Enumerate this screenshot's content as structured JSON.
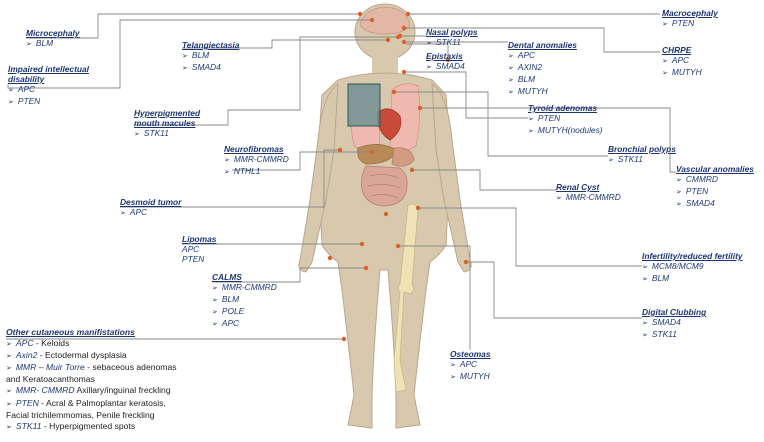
{
  "colors": {
    "title": "#1c3575",
    "gene": "#1f3b7a",
    "connector": "#8a8a8a",
    "skin": "#d8c8ae",
    "skin_edge": "#b9a78b",
    "dot": "#d9622b",
    "bone": "#efe3b6",
    "highlight_box": "#5f8f8f"
  },
  "icons": {
    "bullet": "arrow-bullet-icon"
  },
  "labels": [
    {
      "id": "microcephaly",
      "title": "Microcephaly",
      "genes": [
        "BLM"
      ]
    },
    {
      "id": "impaired",
      "title": "Impaired intellectual disability",
      "title_lines": [
        "Impaired intellectual",
        "disability"
      ],
      "genes": [
        "APC",
        "PTEN"
      ]
    },
    {
      "id": "telangiectasia",
      "title": "Telangiectasia",
      "genes": [
        "BLM",
        "SMAD4"
      ]
    },
    {
      "id": "hyperpigmented",
      "title": "Hyperpigmented mouth macules",
      "title_lines": [
        "Hyperpigmented",
        "mouth macules"
      ],
      "genes": [
        "STK11"
      ]
    },
    {
      "id": "neurofibromas",
      "title": "Neurofibromas",
      "genes": [
        "MMR-CMMRD",
        "NTHL1"
      ]
    },
    {
      "id": "desmoid",
      "title": "Desmoid tumor",
      "genes": [
        "APC"
      ]
    },
    {
      "id": "lipomas",
      "title": "Lipomas",
      "plain": [
        "APC",
        "PTEN"
      ]
    },
    {
      "id": "calms",
      "title": "CALMS",
      "genes": [
        "MMR-CMMRD",
        "BLM",
        "POLE",
        "APC"
      ]
    },
    {
      "id": "nasal",
      "title": "Nasal polyps",
      "genes": [
        "STK11"
      ]
    },
    {
      "id": "epistaxis",
      "title": "Epistaxis",
      "genes": [
        "SMAD4"
      ]
    },
    {
      "id": "dental",
      "title": "Dental anomalies",
      "genes": [
        "APC",
        "AXIN2",
        "BLM",
        "MUTYH"
      ]
    },
    {
      "id": "macrocephaly",
      "title": "Macrocephaly",
      "genes": [
        "PTEN"
      ]
    },
    {
      "id": "chrpe",
      "title": "CHRPE",
      "genes": [
        "APC",
        "MUTYH"
      ]
    },
    {
      "id": "tyroid",
      "title": "Tyroid adenomas",
      "genes": [
        "PTEN",
        "MUTYH(nodules)"
      ]
    },
    {
      "id": "bronchial",
      "title": "Bronchial polyps",
      "genes": [
        "STK11"
      ]
    },
    {
      "id": "vascular",
      "title": "Vascular anomalies",
      "genes": [
        "CMMRD",
        "PTEN",
        "SMAD4"
      ]
    },
    {
      "id": "renal",
      "title": "Renal Cyst",
      "genes": [
        "MMR-CMMRD"
      ]
    },
    {
      "id": "infertility",
      "title": "Infertility/reduced fertility",
      "genes": [
        "MCM8/MCM9",
        "BLM"
      ]
    },
    {
      "id": "clubbing",
      "title": "Digital Clubbing",
      "genes": [
        "SMAD4",
        "STK11"
      ]
    },
    {
      "id": "osteomas",
      "title": "Osteomas",
      "genes": [
        "APC",
        "MUTYH"
      ]
    },
    {
      "id": "other",
      "title": "Other cutaneous manifistations",
      "genes": [
        {
          "g": "APC",
          "t": " - Keloids"
        },
        {
          "g": "Axin2",
          "t": " - Ectodermal dysplasia"
        },
        {
          "g": "MMR – Muir Torre",
          "t": " - sebaceous adenomas",
          "cont": "and Keratoacanthomas"
        },
        {
          "g": "MMR- CMMRD",
          "t": " Axillary/inguinal freckling"
        },
        {
          "g": "PTEN",
          "t": " - Acral  & Palmoplantar keratosis,",
          "cont": "Facial trichilemmomas, Penile freckling"
        },
        {
          "g": "STK11",
          "t": " - Hyperpigmented spots"
        }
      ]
    }
  ]
}
